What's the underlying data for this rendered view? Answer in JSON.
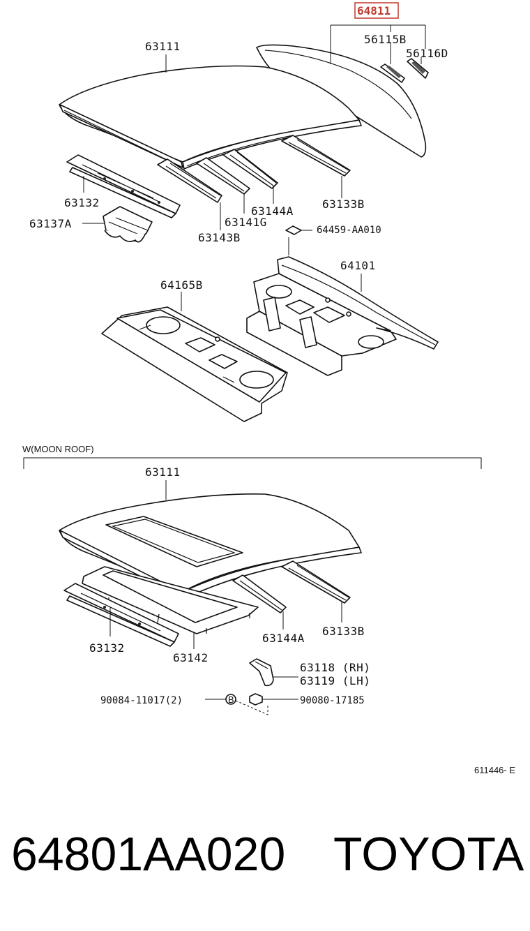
{
  "highlighted_part": "64811",
  "top": {
    "labels": {
      "roof_panel": "63111",
      "group": "64811",
      "p56115b": "56115B",
      "p56116d": "56116D",
      "p63132": "63132",
      "p63137a": "63137A",
      "p63141g": "63141G",
      "p63143b": "63143B",
      "p63144a": "63144A",
      "p63133b": "63133B",
      "p64459": "64459-AA010",
      "p64101": "64101",
      "p64165b": "64165B"
    }
  },
  "section_title": "W(MOON ROOF)",
  "bottom": {
    "labels": {
      "roof_panel": "63111",
      "p63132": "63132",
      "p63142": "63142",
      "p63144a": "63144A",
      "p63133b": "63133B",
      "p63118": "63118 (RH)",
      "p63119": "63119 (LH)",
      "p90084": "90084-11017(2)",
      "p90080": "90080-17185",
      "bolt_marker": "B"
    }
  },
  "figure_code": "611446- E",
  "footer": {
    "part_number": "64801AA020",
    "brand": "TOYOTA"
  }
}
